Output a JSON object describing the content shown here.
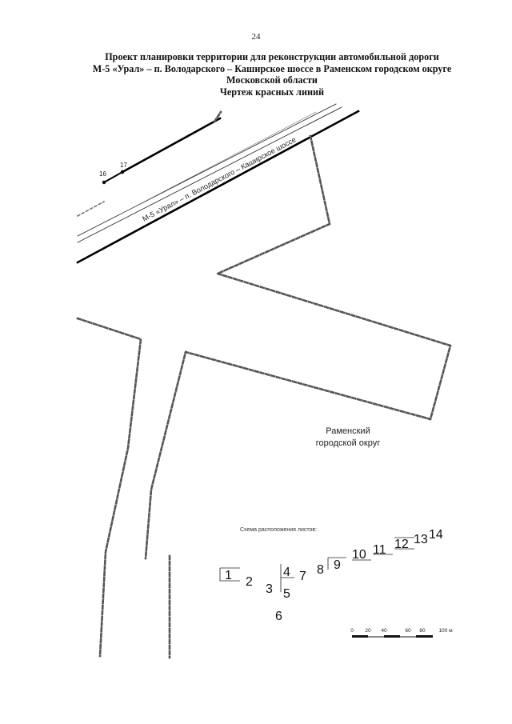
{
  "page_number": "24",
  "title_lines": [
    "Проект планировки территории для реконструкции автомобильной дороги",
    "М-5 «Урал» – п. Володарского – Каширское шоссе в Раменском городском округе",
    "Московской области",
    "Чертеж красных линий"
  ],
  "map": {
    "road_label": "М-5 «Урал» – п. Володарского – Каширское шоссе",
    "points": [
      "16",
      "17"
    ],
    "district_label_lines": [
      "Раменский",
      "городской округ"
    ]
  },
  "sheet_scheme": {
    "title": "Схема расположения листов:",
    "sheets": [
      "1",
      "2",
      "3",
      "4",
      "5",
      "6",
      "7",
      "8",
      "9",
      "10",
      "11",
      "12",
      "13",
      "14"
    ]
  },
  "scale_bar": {
    "ticks": [
      "0",
      "20",
      "40",
      "60",
      "80",
      "100 м"
    ]
  }
}
